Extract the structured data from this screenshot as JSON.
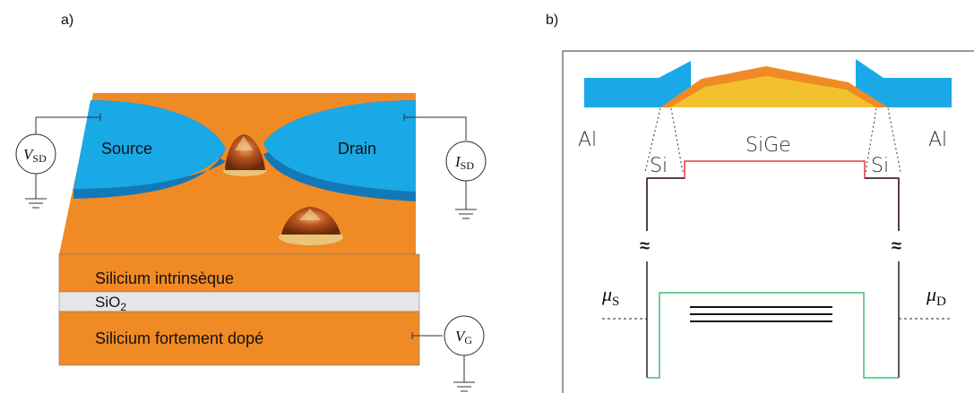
{
  "panel_a": {
    "label": "a)",
    "source": "Source",
    "drain": "Drain",
    "layers": {
      "intrinsic": "Silicium intrinsèque",
      "oxide_base": "SiO",
      "oxide_sub": "2",
      "doped": "Silicium fortement dopé"
    },
    "meters": {
      "vsd_main": "V",
      "vsd_sub": "SD",
      "isd_main": "I",
      "isd_sub": "SD",
      "vg_main": "V",
      "vg_sub": "G"
    }
  },
  "panel_b": {
    "label": "b)",
    "al_left": "Al",
    "al_right": "Al",
    "sige": "SiGe",
    "si_left": "Si",
    "si_right": "Si",
    "break_left": "≈",
    "break_right": "≈",
    "mu_s_main": "μ",
    "mu_s_sub": "S",
    "mu_d_main": "μ",
    "mu_d_sub": "D"
  },
  "colors": {
    "orange": "#f08a24",
    "blue": "#19a9e6",
    "gold": "#f2c12e",
    "red_line": "#e8383a",
    "green_line": "#3fbf73",
    "oxide": "#e6e6e6"
  }
}
